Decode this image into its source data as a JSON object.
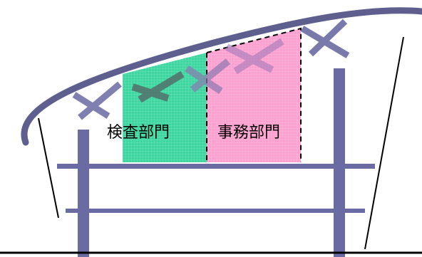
{
  "departments": [
    {
      "label": "検査部門",
      "color": "#3dd6a0",
      "border": "solid"
    },
    {
      "label": "事務部門",
      "color": "#ff9fd0",
      "border": "dashed"
    }
  ],
  "colors": {
    "roof": "#5f5f8f",
    "structure": "#6b6ba3",
    "ground": "#000000",
    "cross_marks": "#6b6ba3"
  },
  "icons": [
    "cross-mark-icon"
  ]
}
